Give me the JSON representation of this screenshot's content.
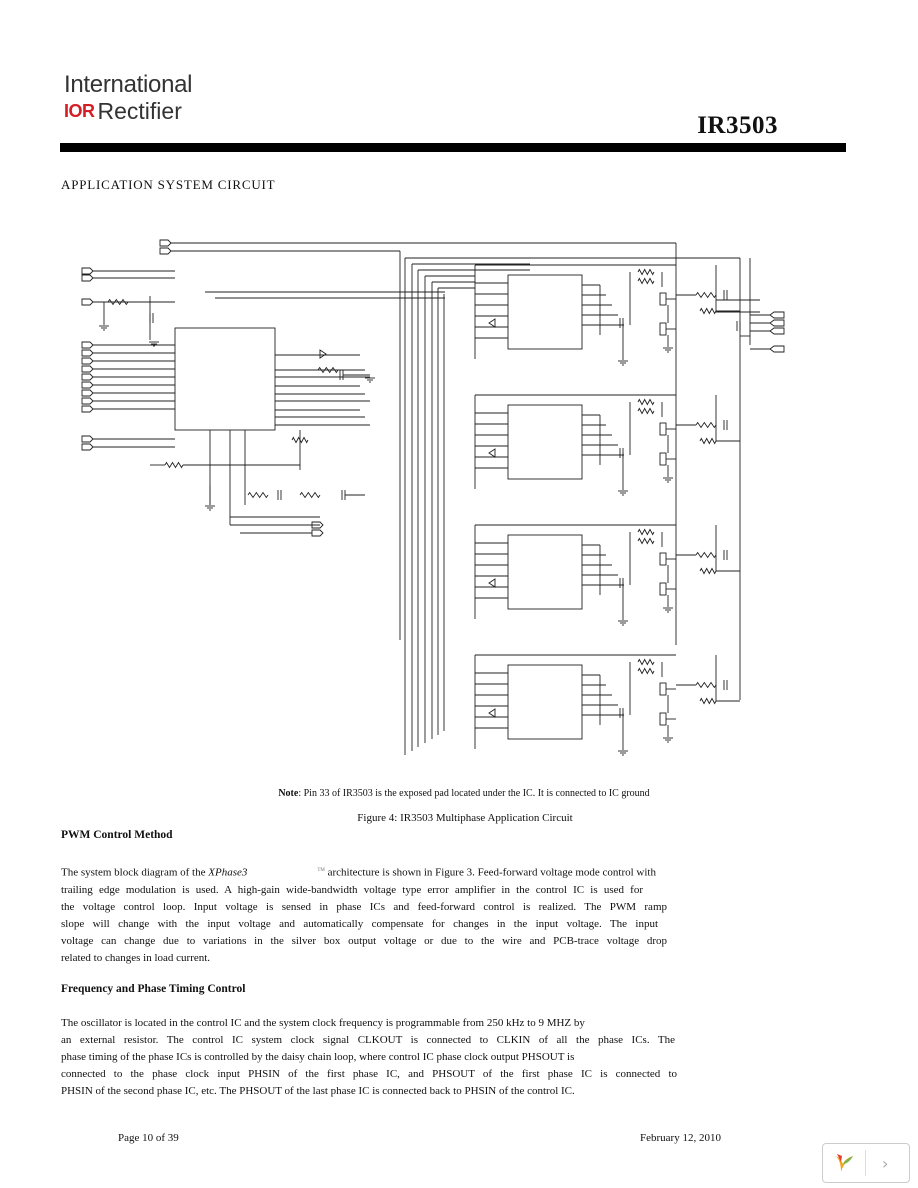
{
  "header": {
    "logo_line1": "International",
    "logo_ior": "IOR",
    "logo_line2": "Rectifier",
    "part_number": "IR3503"
  },
  "section_title": "APPLICATION SYSTEM CIRCUIT",
  "figure": {
    "note_label": "Note",
    "note_text": ": Pin 33 of IR3503 is the exposed pad located under the IC. It is connected to IC ground",
    "caption": "Figure 4: IR3503 Multiphase Application Circuit"
  },
  "pwm": {
    "heading": "PWM Control Method",
    "line1_a": "The system block diagram of the ",
    "line1_italic": "XPhase3",
    "line1_tm": "TM",
    "line1_b": " architecture is shown in Figure 3. Feed-forward voltage mode control with",
    "line2": "trailing edge modulation is used. A high-gain wide-bandwidth voltage type error amplifier in the control IC is used for",
    "line3": "the voltage control loop. Input voltage is sensed in phase ICs and feed-forward control is realized. The PWM ramp",
    "line4": "slope will change with the input voltage and automatically compensate for changes in the input voltage. The input",
    "line5": "voltage can change due to variations in the silver box output voltage or due to the wire and PCB-trace voltage drop",
    "line6": "related to changes in load current."
  },
  "freq": {
    "heading": "Frequency and Phase Timing Control",
    "line1": "The oscillator is located in the control IC and the system clock frequency is programmable from 250 kHz to 9 MHZ by",
    "line2": "an external resistor. The control IC system clock signal CLKOUT is connected to CLKIN of all the phase ICs.   The",
    "line3": "phase timing of the phase ICs is controlled by the daisy chain loop, where control IC phase clock output PHSOUT is",
    "line4": "connected to the phase clock input PHSIN of the first phase IC, and PHSOUT of the first phase IC is connected to",
    "line5": "PHSIN of the second phase IC, etc. The PHSOUT of the last phase IC is connected back to PHSIN of the control IC."
  },
  "footer": {
    "page": "Page 10 of 39",
    "date": "February 12, 2010"
  },
  "viewer": {
    "next_glyph": "›"
  }
}
